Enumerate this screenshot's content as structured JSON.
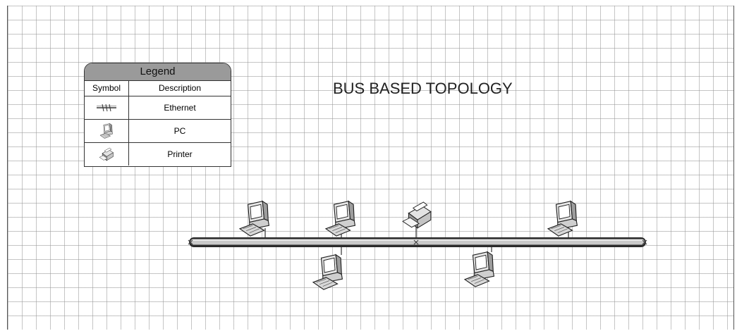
{
  "diagram": {
    "title": "BUS BASED TOPOLOGY",
    "legend": {
      "heading": "Legend",
      "col_symbol": "Symbol",
      "col_description": "Description",
      "items": [
        {
          "icon": "ethernet-icon",
          "description": "Ethernet"
        },
        {
          "icon": "pc-icon",
          "description": "PC"
        },
        {
          "icon": "printer-icon",
          "description": "Printer"
        }
      ]
    },
    "bus": {
      "type": "Ethernet"
    },
    "nodes_above": [
      {
        "type": "PC"
      },
      {
        "type": "PC"
      },
      {
        "type": "Printer"
      },
      {
        "type": "PC"
      }
    ],
    "nodes_below": [
      {
        "type": "PC"
      },
      {
        "type": "PC"
      }
    ]
  }
}
